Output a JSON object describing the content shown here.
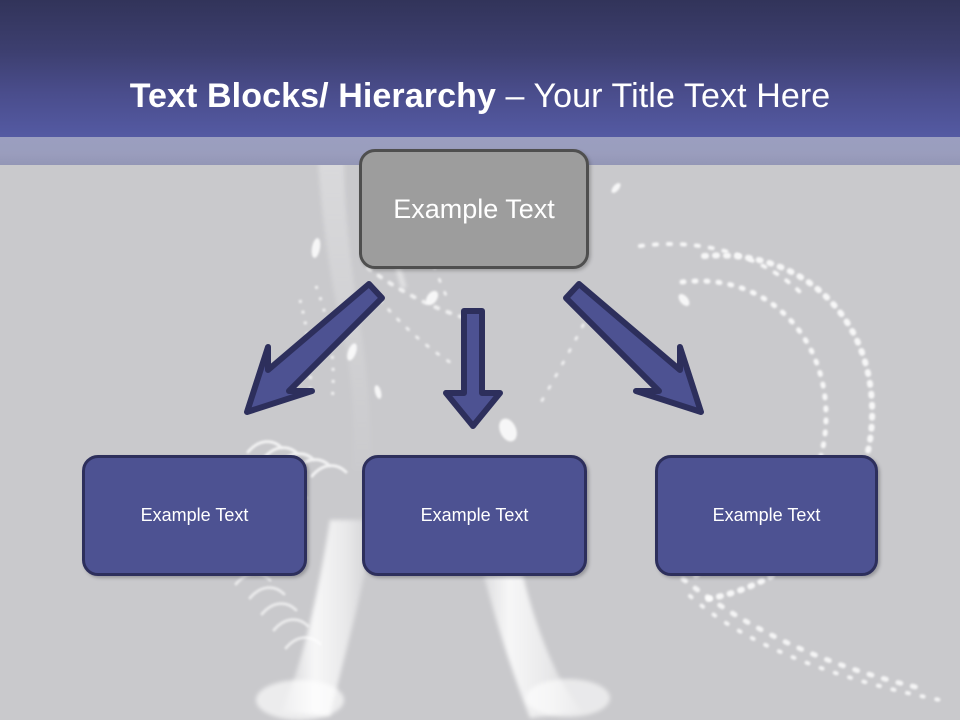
{
  "slide": {
    "title": {
      "bold_part": "Text Blocks/ Hierarchy ",
      "regular_part": "– Your Title Text Here"
    },
    "colors": {
      "header_gradient_top": "#32345a",
      "header_gradient_bottom": "#545aa3",
      "header_underband": "#9a9dbd",
      "background": "#c9c9cc",
      "parent_box_fill": "#9d9d9d",
      "parent_box_border": "#4f4f4f",
      "child_box_fill": "#4d5292",
      "child_box_border": "#2d2f5c",
      "arrow_fill": "#4d5292",
      "arrow_border": "#2d2f5c",
      "text": "#ffffff"
    }
  },
  "diagram": {
    "type": "hierarchy",
    "parent": {
      "label": "Example  Text"
    },
    "children": [
      {
        "label": "Example Text"
      },
      {
        "label": "Example Text"
      },
      {
        "label": "Example Text"
      }
    ],
    "connectors": [
      {
        "name": "arrow-down-left",
        "direction": "down-left"
      },
      {
        "name": "arrow-down",
        "direction": "down"
      },
      {
        "name": "arrow-down-right",
        "direction": "down-right"
      }
    ]
  }
}
